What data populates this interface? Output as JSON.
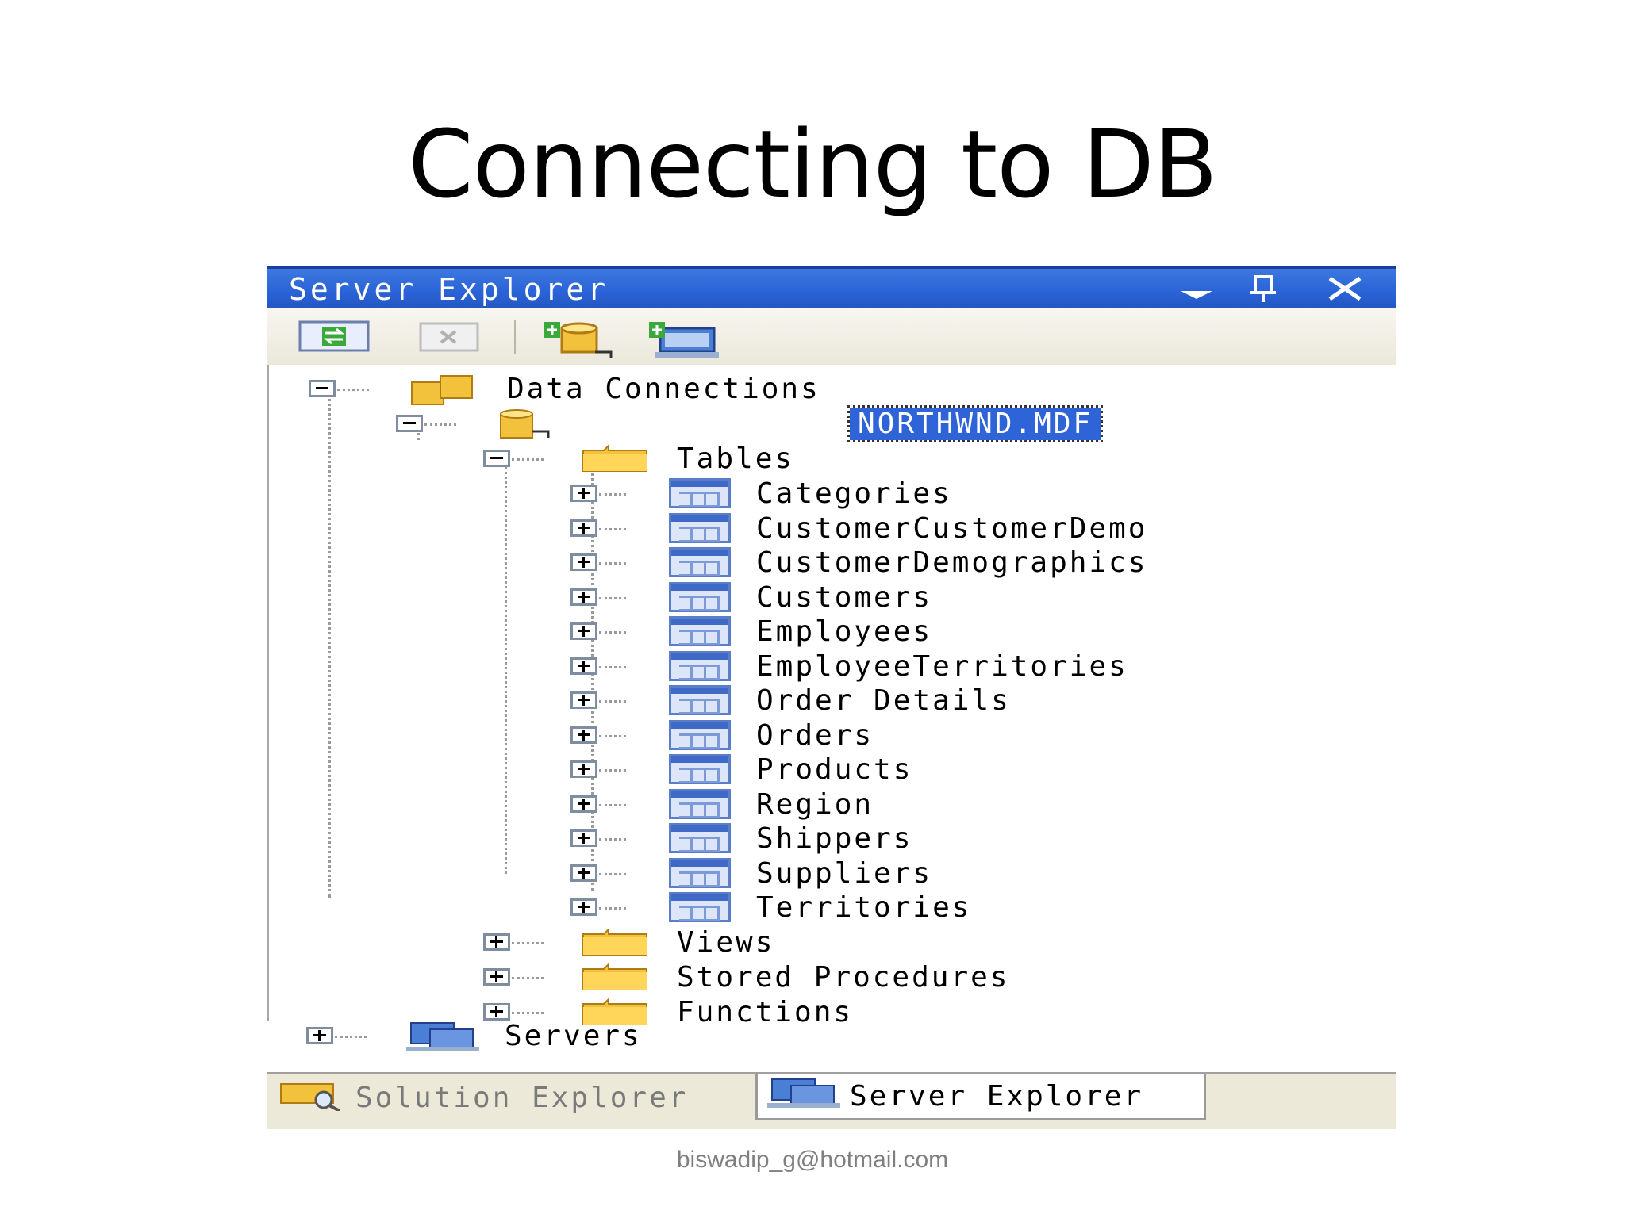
{
  "slide": {
    "title": "Connecting to DB",
    "footer": "biswadip_g@hotmail.com"
  },
  "window": {
    "title": "Server Explorer",
    "title_icons": [
      "dropdown-arrow-icon",
      "pin-icon",
      "close-icon"
    ],
    "toolbar": [
      "refresh-icon",
      "delete-icon",
      "connect-to-database-icon",
      "connect-to-server-icon"
    ]
  },
  "tree": {
    "data_connections": "Data Connections",
    "database": "NORTHWND.MDF",
    "tables_folder": "Tables",
    "tables": [
      "Categories",
      "CustomerCustomerDemo",
      "CustomerDemographics",
      "Customers",
      "Employees",
      "EmployeeTerritories",
      "Order Details",
      "Orders",
      "Products",
      "Region",
      "Shippers",
      "Suppliers",
      "Territories"
    ],
    "views": "Views",
    "stored_procedures": "Stored Procedures",
    "functions": "Functions",
    "servers": "Servers"
  },
  "tabs": {
    "solution_explorer": "Solution Explorer",
    "server_explorer": "Server Explorer"
  },
  "colors": {
    "titlebar": "#2a63d6",
    "selection": "#2f63d8",
    "folder": "#f2c23c"
  }
}
